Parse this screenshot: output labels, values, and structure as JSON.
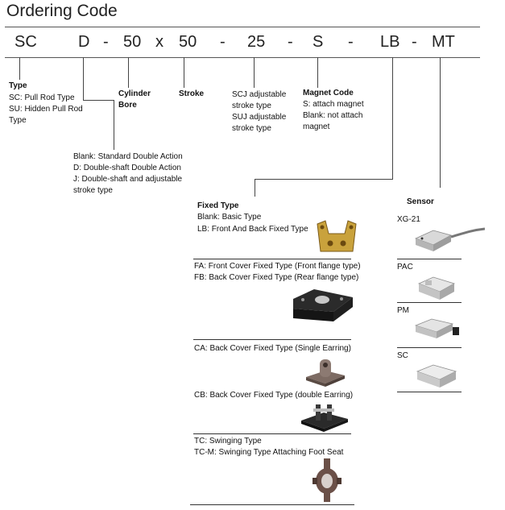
{
  "title": "Ordering Code",
  "code_segments": [
    "SC",
    "D",
    "-",
    "50",
    "x",
    "50",
    "-",
    "25",
    "-",
    "S",
    "-",
    "LB",
    "-",
    "MT"
  ],
  "type": {
    "heading": "Type",
    "lines": "SC: Pull Rod Type\nSU: Hidden Pull Rod\nType"
  },
  "bore": {
    "heading": "Cylinder\nBore"
  },
  "stroke": {
    "heading": "Stroke"
  },
  "adjustable": {
    "text": "SCJ adjustable\nstroke type\nSUJ adjustable\nstroke type"
  },
  "magnet": {
    "heading": "Magnet Code",
    "lines": "S: attach magnet\nBlank: not attach\nmagnet"
  },
  "action": {
    "lines": "Blank: Standard Double Action\nD: Double-shaft Double Action\nJ: Double-shaft and adjustable\nstroke type"
  },
  "fixed": {
    "heading": "Fixed Type",
    "basic": "Blank: Basic Type",
    "lb": "LB: Front And Back Fixed Type",
    "fa": "FA: Front Cover Fixed Type (Front flange type)",
    "fb": "FB: Back Cover Fixed Type (Rear flange type)",
    "ca": "CA: Back Cover Fixed Type (Single Earring)",
    "cb": "CB: Back Cover Fixed Type (double Earring)",
    "tc": "TC: Swinging Type",
    "tcm": "TC-M: Swinging Type Attaching Foot Seat"
  },
  "sensor": {
    "heading": "Sensor",
    "items": [
      "XG-21",
      "PAC",
      "PM",
      "SC"
    ]
  },
  "icons": {
    "lb": "lb-bracket-icon",
    "flange": "flange-plate-icon",
    "single_earring": "single-earring-icon",
    "double_earring": "double-earring-icon",
    "swing": "swing-mount-icon",
    "sensor": "sensor-icon"
  }
}
